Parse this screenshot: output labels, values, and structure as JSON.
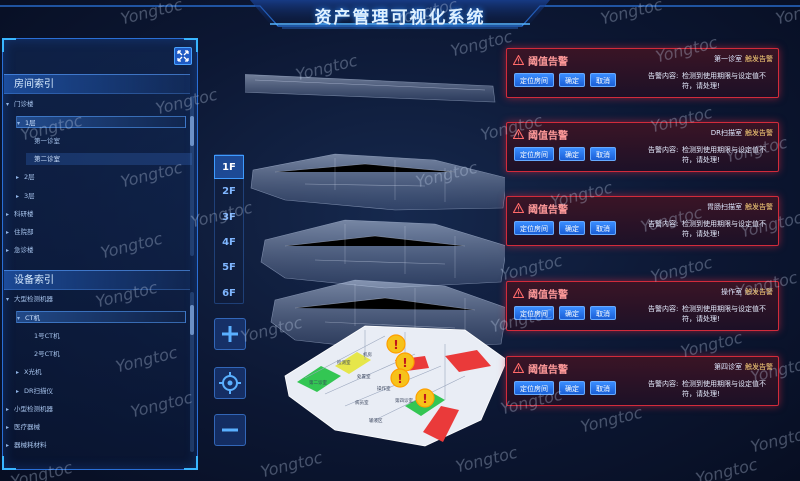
{
  "header": {
    "title": "资产管理可视化系统"
  },
  "watermark": "Yongtoc",
  "left_panel": {
    "room_index": {
      "title": "房间索引",
      "items": [
        {
          "label": "门诊楼",
          "level": 0,
          "expanded": true
        },
        {
          "label": "1层",
          "level": 1,
          "expanded": true,
          "selected": true
        },
        {
          "label": "第一诊室",
          "level": 2
        },
        {
          "label": "第二诊室",
          "level": 2,
          "highlight": true
        },
        {
          "label": "2层",
          "level": 1,
          "expanded": false
        },
        {
          "label": "3层",
          "level": 1,
          "expanded": false
        },
        {
          "label": "科研楼",
          "level": 0,
          "expanded": false
        },
        {
          "label": "住院部",
          "level": 0,
          "expanded": false
        },
        {
          "label": "急诊楼",
          "level": 0,
          "expanded": false
        }
      ]
    },
    "device_index": {
      "title": "设备索引",
      "items": [
        {
          "label": "大型检测机器",
          "level": 0,
          "expanded": true
        },
        {
          "label": "CT机",
          "level": 1,
          "expanded": true,
          "selected": true
        },
        {
          "label": "1号CT机",
          "level": 2
        },
        {
          "label": "2号CT机",
          "level": 2
        },
        {
          "label": "X光机",
          "level": 1,
          "expanded": false
        },
        {
          "label": "DR扫描仪",
          "level": 1,
          "expanded": false
        },
        {
          "label": "小型检测机器",
          "level": 0,
          "expanded": false
        },
        {
          "label": "医疗器械",
          "level": 0,
          "expanded": false
        },
        {
          "label": "器械耗材料",
          "level": 0,
          "expanded": false
        }
      ]
    }
  },
  "floors": [
    "1F",
    "2F",
    "3F",
    "4F",
    "5F",
    "6F"
  ],
  "active_floor": "1F",
  "controls": {
    "zoom_in": "+",
    "zoom_out": "−"
  },
  "room_labels": [
    "第二诊室",
    "检测室",
    "机房",
    "处置室",
    "操作室",
    "第四诊室",
    "病员室",
    "输液区"
  ],
  "alert_common": {
    "title": "阈值告警",
    "locate_label": "定位房间",
    "confirm_label": "确定",
    "cancel_label": "取消",
    "trigger_label": "触发告警",
    "content_label": "告警内容:",
    "content_text": "检测到使用期限与设定值不符，请处理!"
  },
  "alerts": [
    {
      "room": "第一诊室"
    },
    {
      "room": "DR扫描室"
    },
    {
      "room": "胃肠扫描室"
    },
    {
      "room": "操作室"
    },
    {
      "room": "第四诊室"
    }
  ],
  "colors": {
    "accent_blue": "#2f86ff",
    "alert_red": "#d22b3b",
    "warning_yellow": "#f6c21a",
    "trigger_text": "#ffd57a"
  }
}
